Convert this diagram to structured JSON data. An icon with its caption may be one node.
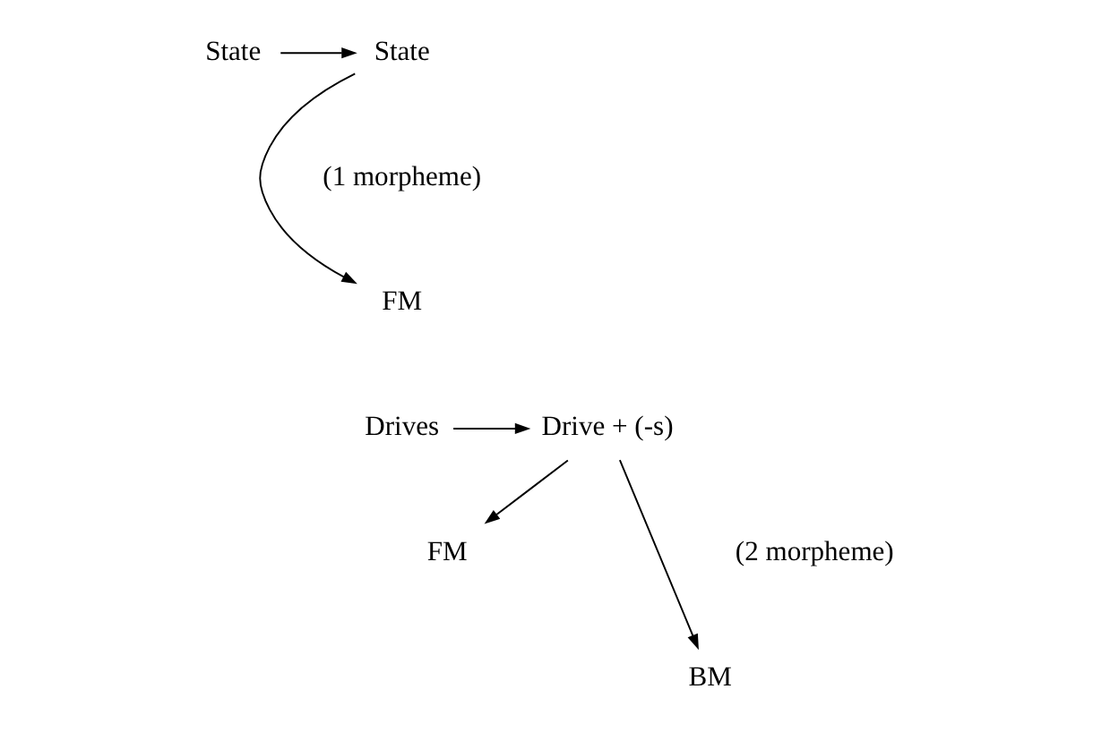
{
  "diagram": {
    "nodes": [
      {
        "text": [
          "State"
        ]
      },
      {
        "text": [
          "State"
        ]
      },
      {
        "text": [
          "FM"
        ]
      },
      {
        "text": [
          "Drives"
        ]
      },
      {
        "text": [
          "Drive + (-s)"
        ]
      },
      {
        "text": [
          "FM"
        ]
      },
      {
        "text": [
          "BM"
        ]
      }
    ],
    "edges": [
      {
        "from": 0,
        "to": 1,
        "arrow": "to"
      },
      {
        "from": 1,
        "to": 2,
        "arrow": "to"
      },
      {
        "from": 3,
        "to": 4,
        "arrow": "to"
      },
      {
        "from": 4,
        "to": 5,
        "arrow": "to"
      },
      {
        "from": 4,
        "to": 6,
        "arrow": "to"
      }
    ],
    "labels": [
      "(1 morpheme)",
      "(2 morpheme)"
    ]
  }
}
